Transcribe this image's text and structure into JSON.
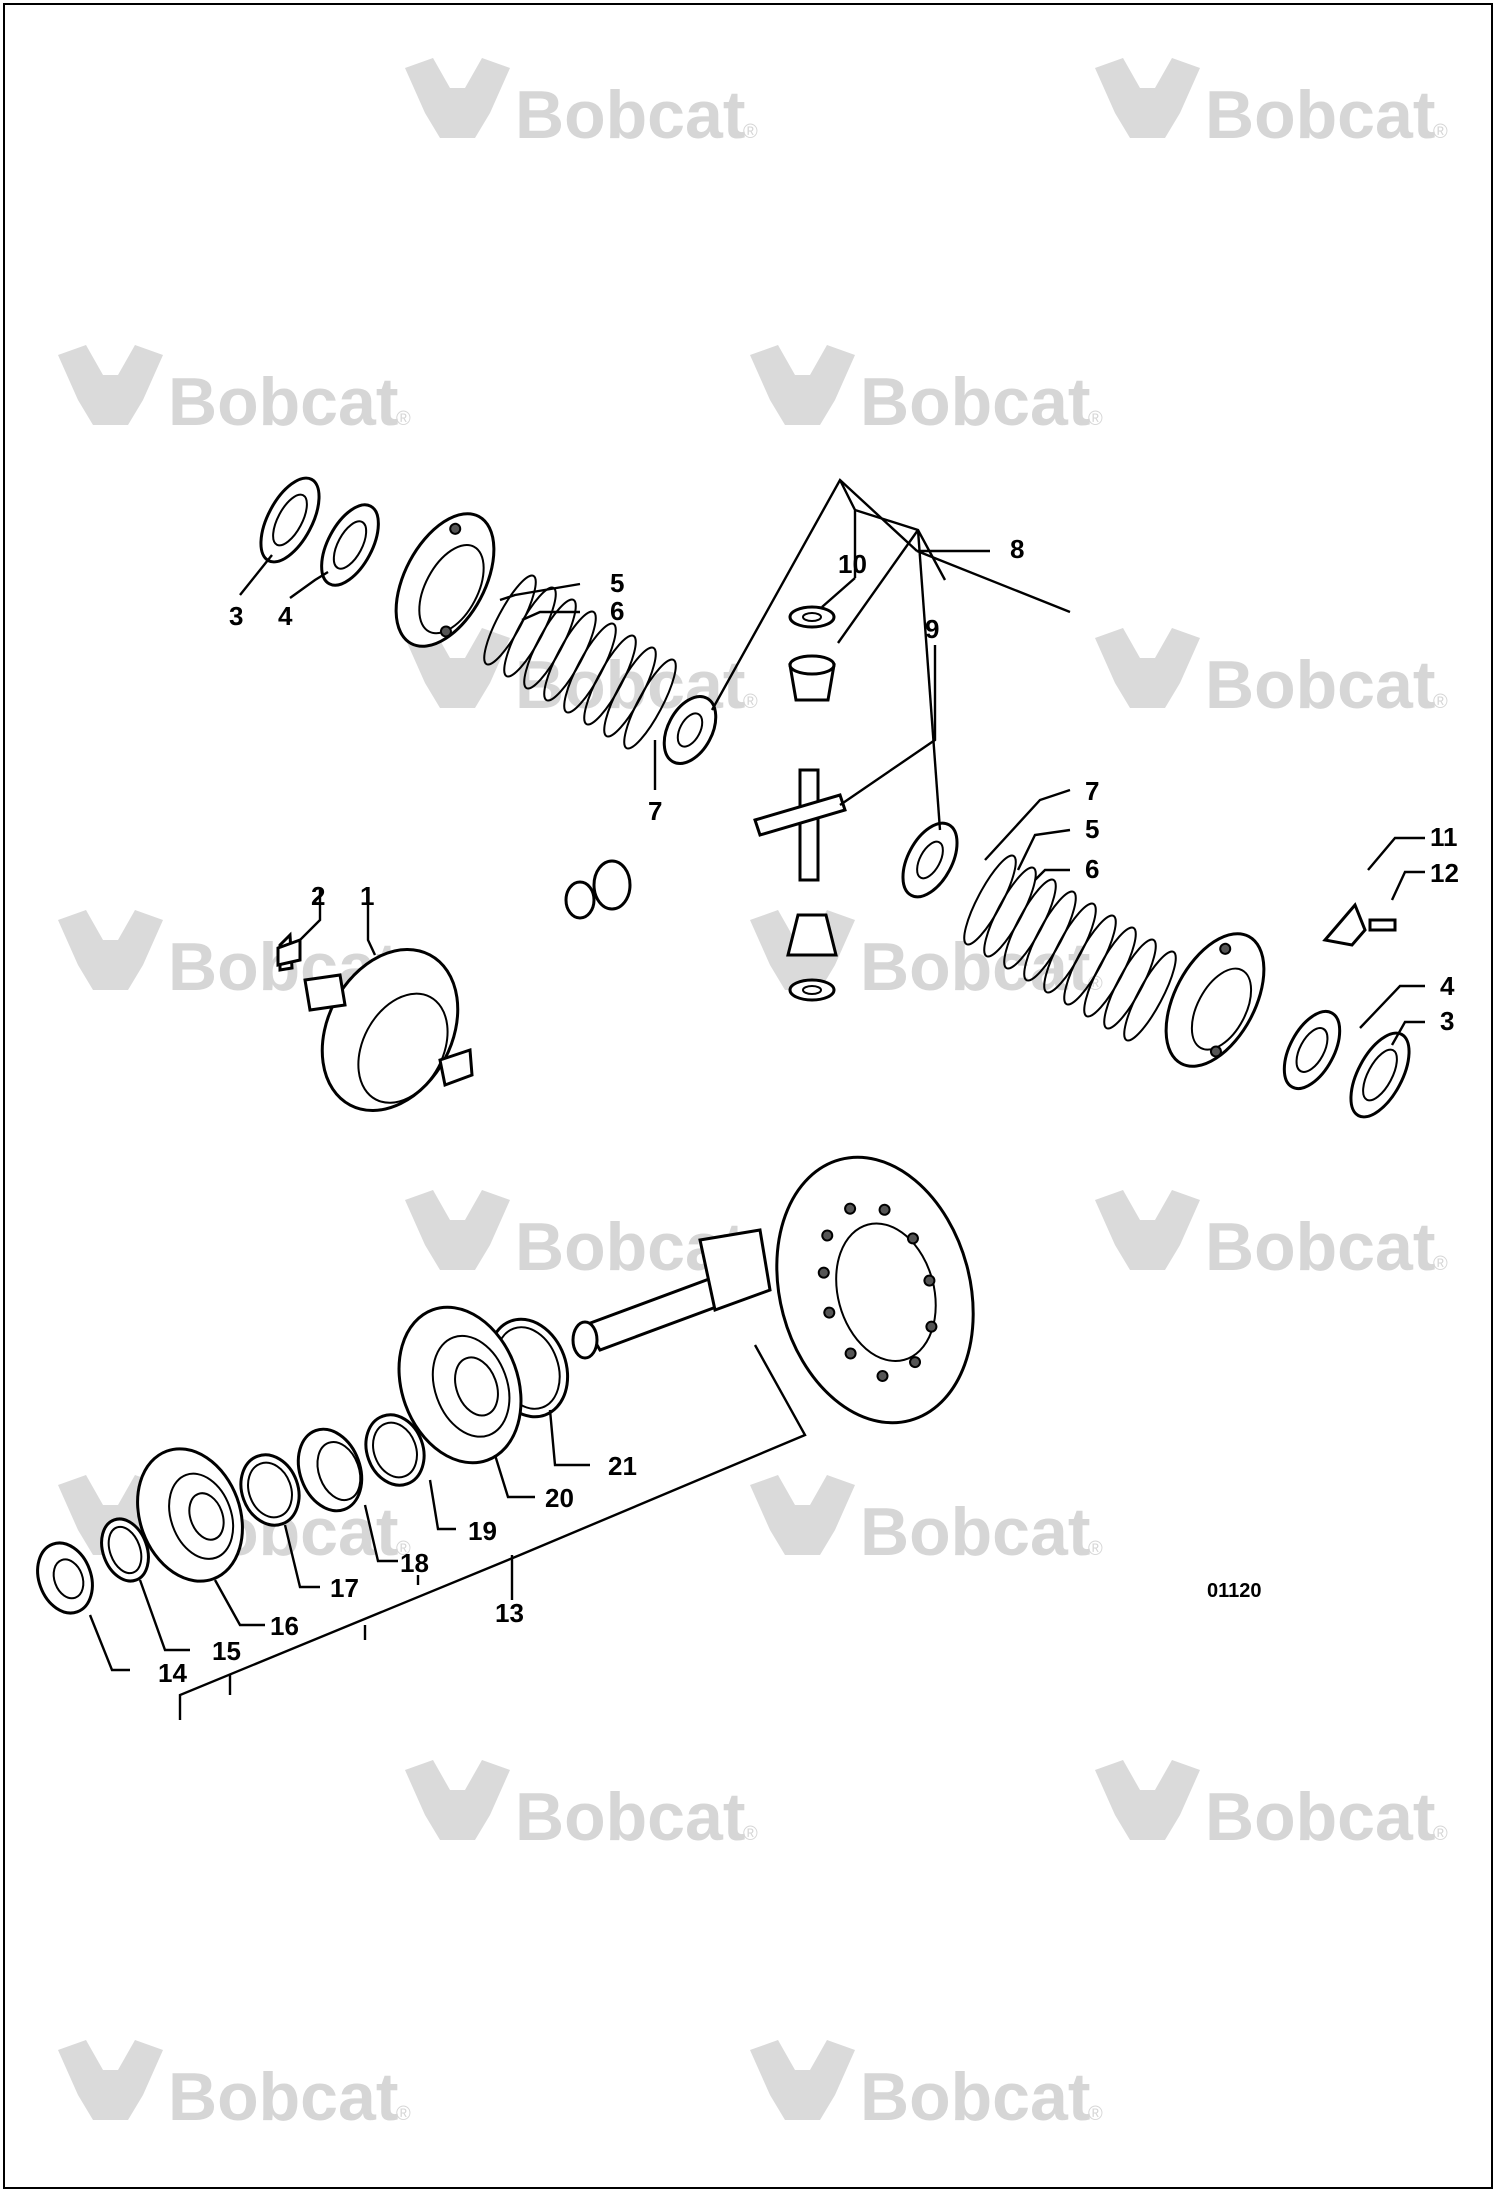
{
  "watermark": {
    "text": "Bobcat",
    "reg": "®"
  },
  "drawing_ref": "01120",
  "callouts": [
    {
      "id": "3a",
      "text": "3"
    },
    {
      "id": "4a",
      "text": "4"
    },
    {
      "id": "5a",
      "text": "5"
    },
    {
      "id": "6a",
      "text": "6"
    },
    {
      "id": "7a",
      "text": "7"
    },
    {
      "id": "8",
      "text": "8"
    },
    {
      "id": "9",
      "text": "9"
    },
    {
      "id": "10",
      "text": "10"
    },
    {
      "id": "7b",
      "text": "7"
    },
    {
      "id": "5b",
      "text": "5"
    },
    {
      "id": "6b",
      "text": "6"
    },
    {
      "id": "11",
      "text": "11"
    },
    {
      "id": "12",
      "text": "12"
    },
    {
      "id": "4b",
      "text": "4"
    },
    {
      "id": "3b",
      "text": "3"
    },
    {
      "id": "2",
      "text": "2"
    },
    {
      "id": "1",
      "text": "1"
    },
    {
      "id": "21",
      "text": "21"
    },
    {
      "id": "20",
      "text": "20"
    },
    {
      "id": "19",
      "text": "19"
    },
    {
      "id": "18",
      "text": "18"
    },
    {
      "id": "17",
      "text": "17"
    },
    {
      "id": "16",
      "text": "16"
    },
    {
      "id": "15",
      "text": "15"
    },
    {
      "id": "14",
      "text": "14"
    },
    {
      "id": "13",
      "text": "13"
    }
  ]
}
